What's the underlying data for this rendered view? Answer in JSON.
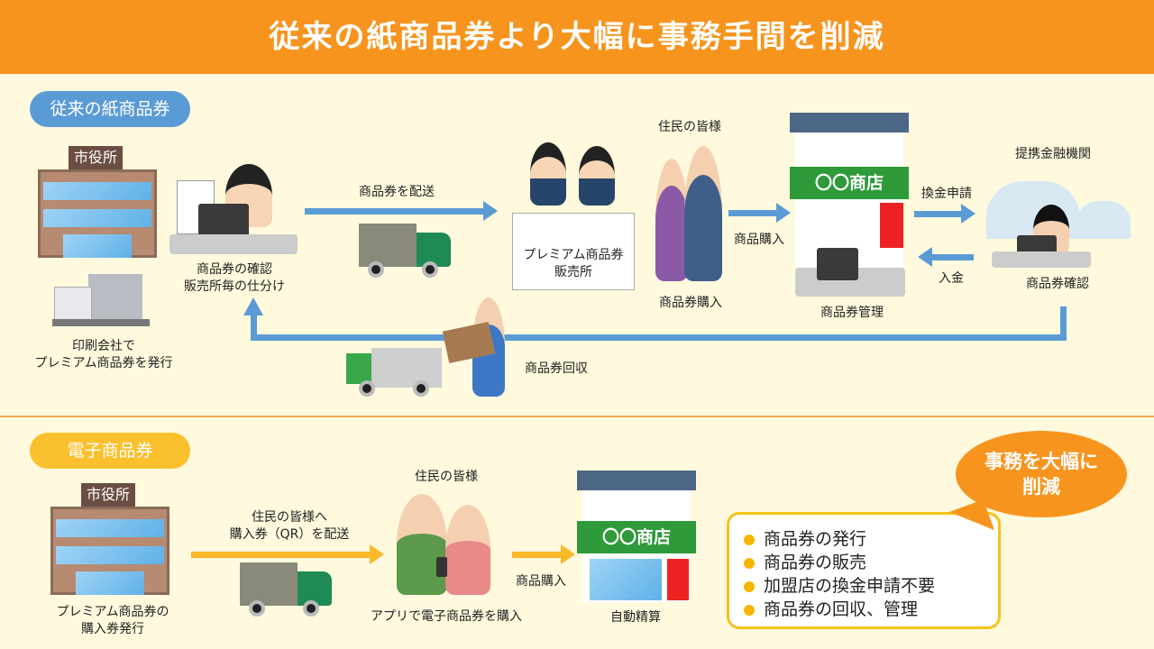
{
  "header": {
    "title": "従来の紙商品券より大幅に事務手間を削減"
  },
  "paper": {
    "badge": "従来の紙商品券",
    "city_hall_sign": "市役所",
    "printing_label": [
      "印刷会社で",
      "プレミアム商品券を発行"
    ],
    "check_label": [
      "商品券の確認",
      "販売所毎の仕分け"
    ],
    "deliver_label": "商品券を配送",
    "sales_booth_label": [
      "プレミアム商品券",
      "販売所"
    ],
    "residents_label": "住民の皆様",
    "buy_voucher_label": "商品券購入",
    "purchase_label": "商品購入",
    "shop_sign": "〇〇商店",
    "shop_manage_label": "商品券管理",
    "exchange_label": "換金申請",
    "deposit_label": "入金",
    "bank_label": "提携金融機関",
    "bank_check_label": "商品券確認",
    "collect_label": "商品券回収"
  },
  "electronic": {
    "badge": "電子商品券",
    "city_hall_sign": "市役所",
    "issue_label": [
      "プレミアム商品券の",
      "購入券発行"
    ],
    "deliver_label": [
      "住民の皆様へ",
      "購入券（QR）を配送"
    ],
    "residents_label": "住民の皆様",
    "app_label": "アプリで電子商品券を購入",
    "purchase_label": "商品購入",
    "shop_sign": "〇〇商店",
    "settle_label": "自動精算",
    "callout": [
      "事務を大幅に",
      "削減"
    ],
    "benefits": [
      "商品券の発行",
      "商品券の販売",
      "加盟店の換金申請不要",
      "商品券の回収、管理"
    ]
  },
  "colors": {
    "header": "#F7941D",
    "paper_badge": "#5B9BD5",
    "electronic_badge": "#FBC02D",
    "arrow_blue": "#5B9BD5",
    "arrow_yellow": "#FBB829"
  }
}
